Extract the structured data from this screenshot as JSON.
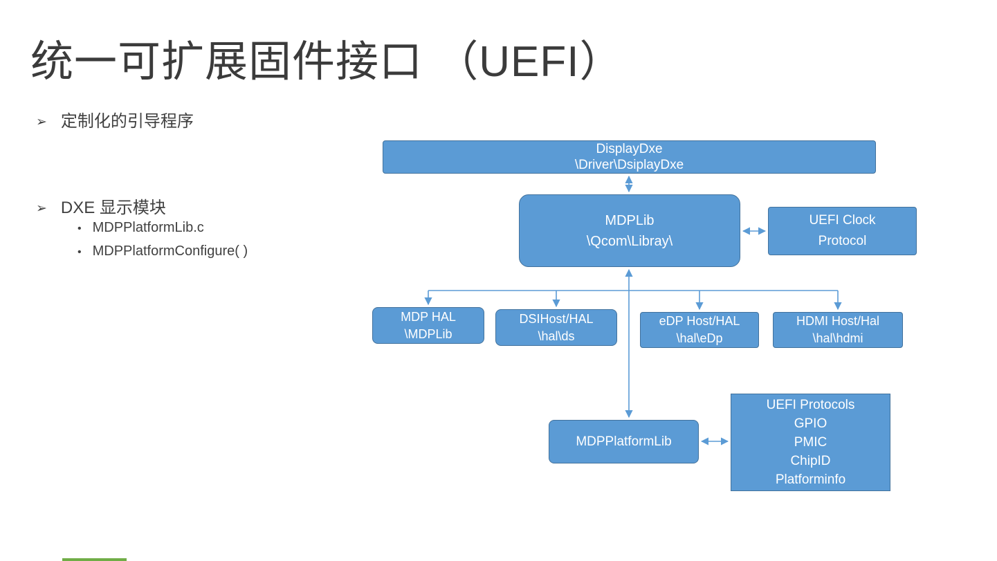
{
  "slide": {
    "title": "统一可扩展固件接口 （UEFI）",
    "bullet_marker": "➢",
    "sub_marker": "•",
    "bullet1": "定制化的引导程序",
    "bullet2": "DXE 显示模块",
    "sub_bullet1": "MDPPlatformLib.c",
    "sub_bullet2": "MDPPlatformConfigure( )"
  },
  "diagram": {
    "displaydxe": {
      "line1": "DisplayDxe",
      "line2": "\\Driver\\DsiplayDxe"
    },
    "mdplib": {
      "line1": "MDPLib",
      "line2": "\\Qcom\\Libray\\"
    },
    "uefi_clock": {
      "line1": "UEFI Clock",
      "line2": "Protocol"
    },
    "mdp_hal": {
      "line1": "MDP HAL",
      "line2": "\\MDPLib"
    },
    "dsihost": {
      "line1": "DSIHost/HAL",
      "line2": "\\hal\\ds"
    },
    "edp": {
      "line1": "eDP Host/HAL",
      "line2": "\\hal\\eDp"
    },
    "hdmi": {
      "line1": "HDMI Host/Hal",
      "line2": "\\hal\\hdmi"
    },
    "mdpplatformlib": {
      "line1": "MDPPlatformLib"
    },
    "uefi_protocols": {
      "line1": "UEFI Protocols",
      "line2": "GPIO",
      "line3": "PMIC",
      "line4": "ChipID",
      "line5": "Platforminfo"
    }
  },
  "colors": {
    "box_fill": "#5B9BD5",
    "box_border": "#41719C",
    "connector": "#5B9BD5",
    "box_text": "#FFFFFF",
    "title_text": "#3B3B3B",
    "body_text": "#404040",
    "accent_bar": "#70AD47"
  }
}
